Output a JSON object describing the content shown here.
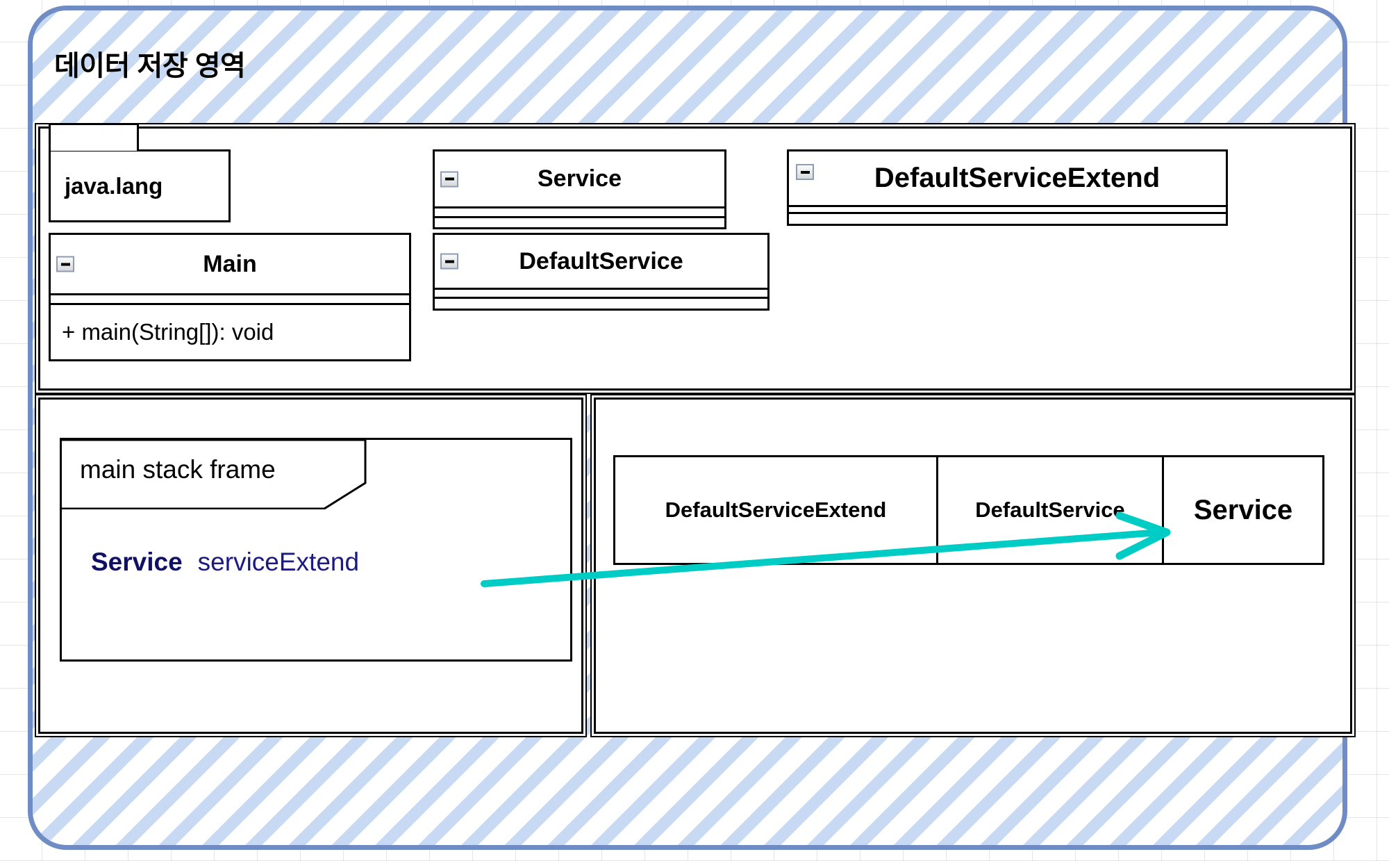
{
  "region": {
    "title": "데이터 저장 영역",
    "border_color": "#6f8cc4",
    "hatch_color": "#b3cbee"
  },
  "method_area": {
    "package": {
      "name": "java.lang",
      "icon": "folder-tab"
    },
    "classes": [
      {
        "id": "main",
        "name": "Main",
        "collapse_icon": "minus-icon",
        "attributes": [],
        "operations": [
          "+ main(String[]): void"
        ]
      },
      {
        "id": "service",
        "name": "Service",
        "collapse_icon": "minus-icon",
        "attributes": [],
        "operations": []
      },
      {
        "id": "default-service",
        "name": "DefaultService",
        "collapse_icon": "minus-icon",
        "attributes": [],
        "operations": []
      },
      {
        "id": "default-service-extend",
        "name": "DefaultServiceExtend",
        "collapse_icon": "minus-icon",
        "attributes": [],
        "operations": []
      }
    ]
  },
  "stack_area": {
    "frame": {
      "label": "main stack frame",
      "variable": {
        "type": "Service",
        "name": "serviceExtend",
        "type_color": "#101066",
        "name_color": "#1a1a80"
      }
    }
  },
  "heap_area": {
    "object": {
      "cells": [
        "DefaultServiceExtend",
        "DefaultService",
        "Service"
      ]
    }
  },
  "arrow": {
    "name": "reference-arrow",
    "color": "#00ccc6",
    "from": "serviceExtend",
    "to": "Service"
  }
}
